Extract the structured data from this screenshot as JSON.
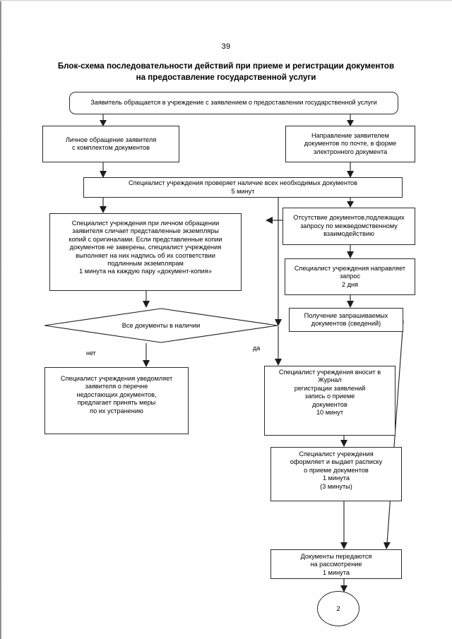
{
  "page": {
    "number": "39",
    "title_line1": "Блок-схема последовательности действий при приеме и регистрации документов",
    "title_line2": "на предоставление государственной услуги"
  },
  "chart_data": {
    "type": "flowchart",
    "title": "Блок-схема последовательности действий при приеме и регистрации документов на предоставление государственной услуги",
    "orientation": "top-to-bottom",
    "nodes": [
      {
        "id": "start",
        "shape": "rounded-rectangle",
        "text": "Заявитель обращается в учреждение с заявлением о предоставлении государственной услуги"
      },
      {
        "id": "personal",
        "shape": "rectangle",
        "text": "Личное обращение заявителя\nс комплектом документов"
      },
      {
        "id": "mail",
        "shape": "rectangle",
        "text": "Направление заявителем\nдокументов по почте, в форме\nэлектронного документа"
      },
      {
        "id": "check",
        "shape": "rectangle",
        "text": "Специалист учреждения проверяет наличие всех необходимых документов\n5 минут"
      },
      {
        "id": "compare",
        "shape": "rectangle",
        "text": "Специалист учреждения при личном обращении\nзаявителя сличает представленные экземпляры\nкопий с оригиналами. Если представленные копии\nдокументов не заверены, специалист учреждения\nвыполняет на них надпись об их соответствии\nподлинным экземплярам\n1 минута на каждую пару «документ-копия»"
      },
      {
        "id": "absent",
        "shape": "rectangle",
        "text": "Отсутствие документов,подлежащих\nзапросу по межведомственному\nвзаимодействию"
      },
      {
        "id": "request",
        "shape": "rectangle",
        "text": "Специалист учреждения направляет\nзапрос\n2 дня"
      },
      {
        "id": "receive",
        "shape": "rectangle",
        "text": "Получение запрашиваемых\nдокументов (сведений)"
      },
      {
        "id": "decision",
        "shape": "diamond",
        "text": "Все документы в наличии"
      },
      {
        "id": "notify",
        "shape": "rectangle",
        "text": "Специалист учреждения уведомляет\nзаявителя о перечне\nнедостающих документов,\nпредлагает принять меры\nпо их устранению"
      },
      {
        "id": "journal",
        "shape": "rectangle",
        "text": "Специалист учреждения вносит в\nЖурнал\nрегистрации заявлений\nзапись о приеме\nдокументов\n10 минут"
      },
      {
        "id": "receipt",
        "shape": "rectangle",
        "text": "Специалист учреждения\nоформляет и выдает расписку\nо приеме документов\n1 минута\n(3 минуты)"
      },
      {
        "id": "transfer",
        "shape": "rectangle",
        "text": "Документы передаются\nна рассмотрение\n1 минута"
      },
      {
        "id": "connector2",
        "shape": "circle",
        "text": "2"
      }
    ],
    "edges": [
      {
        "from": "start",
        "to": "personal",
        "label": ""
      },
      {
        "from": "start",
        "to": "mail",
        "label": ""
      },
      {
        "from": "personal",
        "to": "check",
        "label": ""
      },
      {
        "from": "mail",
        "to": "check",
        "label": ""
      },
      {
        "from": "check",
        "to": "compare",
        "label": ""
      },
      {
        "from": "check",
        "to": "absent",
        "label": ""
      },
      {
        "from": "absent",
        "to": "compare",
        "label": ""
      },
      {
        "from": "absent",
        "to": "request",
        "label": ""
      },
      {
        "from": "request",
        "to": "receive",
        "label": ""
      },
      {
        "from": "compare",
        "to": "decision",
        "label": ""
      },
      {
        "from": "decision",
        "to": "notify",
        "label": "нет"
      },
      {
        "from": "decision",
        "to": "journal",
        "label": "да"
      },
      {
        "from": "journal",
        "to": "receipt",
        "label": ""
      },
      {
        "from": "receipt",
        "to": "transfer",
        "label": ""
      },
      {
        "from": "receive",
        "to": "transfer",
        "label": ""
      },
      {
        "from": "transfer",
        "to": "connector2",
        "label": ""
      }
    ],
    "branch_labels": {
      "no": "нет",
      "yes": "да"
    }
  },
  "colors": {
    "stroke": "#1d1d1d",
    "background": "#ffffff",
    "text": "#000000"
  }
}
